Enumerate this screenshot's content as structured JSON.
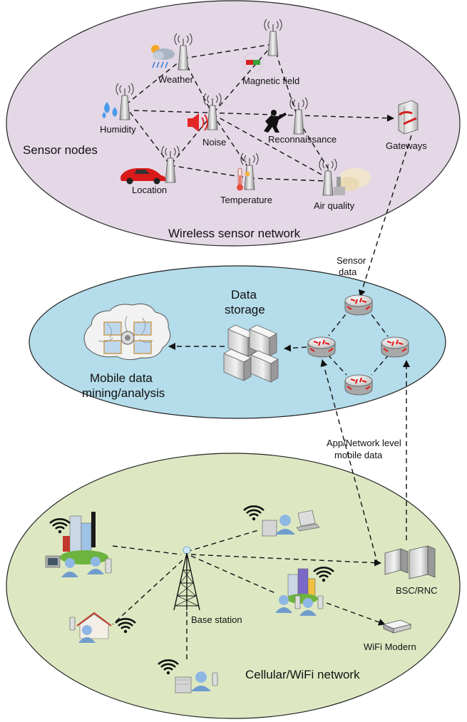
{
  "wsn": {
    "title": "Wireless sensor network",
    "sensor_nodes_label": "Sensor nodes",
    "nodes": {
      "weather": "Weather",
      "magnetic": "Magnetic field",
      "humidity": "Humidity",
      "noise": "Noise",
      "reconnaissance": "Reconnaissance",
      "location": "Location",
      "temperature": "Temperature",
      "air_quality": "Air quality"
    },
    "gateways": "Gateways"
  },
  "core": {
    "sensor_data": [
      "Sensor",
      "data"
    ],
    "data_storage": [
      "Data",
      "storage"
    ],
    "mining": [
      "Mobile data",
      "mining/analysis"
    ],
    "app_network": [
      "App/Network level",
      "mobile data"
    ]
  },
  "cellular": {
    "title": "Cellular/WiFi network",
    "base_station": "Base station",
    "bsc_rnc": "BSC/RNC",
    "wifi_modem": "WiFi Modern"
  },
  "colors": {
    "wsn_fill": "#e4d8e6",
    "core_fill": "#b4dcea",
    "cell_fill": "#dde8c2",
    "router": "#e31b1b"
  }
}
